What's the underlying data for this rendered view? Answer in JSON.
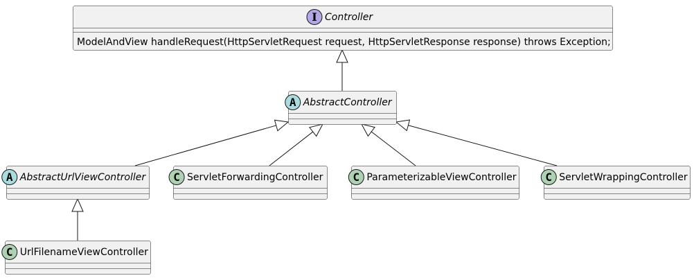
{
  "diagram": {
    "type": "uml-class-diagram",
    "colors": {
      "box_fill": "#F1F1F1",
      "box_stroke": "#181818",
      "interface_badge": "#B4A7E5",
      "abstract_badge": "#A9DCDF",
      "class_badge": "#ADD1B2",
      "line": "#181818"
    },
    "nodes": [
      {
        "id": "controller",
        "kind": "interface",
        "badge": "I",
        "name": "Controller",
        "italic": true,
        "methods": [
          "ModelAndView handleRequest(HttpServletRequest request, HttpServletResponse response) throws Exception;"
        ]
      },
      {
        "id": "abstract-controller",
        "kind": "abstract",
        "badge": "A",
        "name": "AbstractController",
        "italic": true,
        "methods": []
      },
      {
        "id": "abstract-url-view-controller",
        "kind": "abstract",
        "badge": "A",
        "name": "AbstractUrlViewController",
        "italic": true,
        "methods": []
      },
      {
        "id": "servlet-forwarding-controller",
        "kind": "class",
        "badge": "C",
        "name": "ServletForwardingController",
        "italic": false,
        "methods": []
      },
      {
        "id": "parameterizable-view-controller",
        "kind": "class",
        "badge": "C",
        "name": "ParameterizableViewController",
        "italic": false,
        "methods": []
      },
      {
        "id": "servlet-wrapping-controller",
        "kind": "class",
        "badge": "C",
        "name": "ServletWrappingController",
        "italic": false,
        "methods": []
      },
      {
        "id": "url-filename-view-controller",
        "kind": "class",
        "badge": "C",
        "name": "UrlFilenameViewController",
        "italic": false,
        "methods": []
      }
    ],
    "edges": [
      {
        "from": "abstract-controller",
        "to": "controller",
        "type": "realization-or-generalization"
      },
      {
        "from": "abstract-url-view-controller",
        "to": "abstract-controller",
        "type": "generalization"
      },
      {
        "from": "servlet-forwarding-controller",
        "to": "abstract-controller",
        "type": "generalization"
      },
      {
        "from": "parameterizable-view-controller",
        "to": "abstract-controller",
        "type": "generalization"
      },
      {
        "from": "servlet-wrapping-controller",
        "to": "abstract-controller",
        "type": "generalization"
      },
      {
        "from": "url-filename-view-controller",
        "to": "abstract-url-view-controller",
        "type": "generalization"
      }
    ]
  }
}
